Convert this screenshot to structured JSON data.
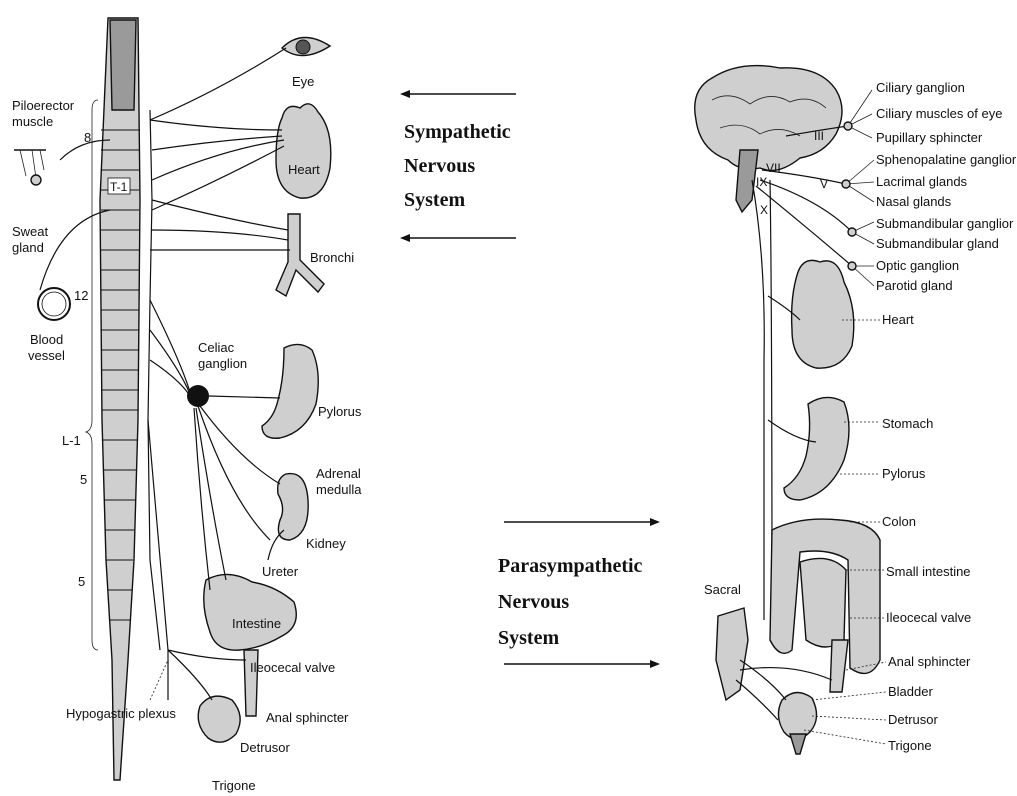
{
  "sympathetic": {
    "title_lines": [
      "Sympathetic",
      "Nervous",
      "System"
    ],
    "spine_labels": {
      "c8": "8",
      "t1": "T-1",
      "t12": "12",
      "l1": "L-1",
      "l5": "5",
      "s5": "5"
    },
    "labels": {
      "piloerector_line1": "Piloerector",
      "piloerector_line2": "muscle",
      "sweat_line1": "Sweat",
      "sweat_line2": "gland",
      "blood_line1": "Blood",
      "blood_line2": "vessel",
      "eye": "Eye",
      "heart": "Heart",
      "bronchi": "Bronchi",
      "celiac_line1": "Celiac",
      "celiac_line2": "ganglion",
      "pylorus": "Pylorus",
      "adrenal_line1": "Adrenal",
      "adrenal_line2": "medulla",
      "kidney": "Kidney",
      "ureter": "Ureter",
      "intestine": "Intestine",
      "ileocecal": "Ileocecal valve",
      "hypogastric": "Hypogastric plexus",
      "anal": "Anal sphincter",
      "detrusor": "Detrusor",
      "trigone": "Trigone"
    }
  },
  "parasympathetic": {
    "title_lines": [
      "Parasympathetic",
      "Nervous",
      "System"
    ],
    "cranial_nerves": {
      "iii": "III",
      "vii": "VII",
      "ix": "IX",
      "v": "V",
      "x": "X"
    },
    "labels": {
      "ciliary_ganglion": "Ciliary ganglion",
      "ciliary_muscles": "Ciliary muscles of eye",
      "pupillary": "Pupillary sphincter",
      "sphenopalatine": "Sphenopalatine ganglior",
      "lacrimal": "Lacrimal  glands",
      "nasal": "Nasal glands",
      "submandibular_ganglion": "Submandibular ganglior",
      "submandibular_gland": "Submandibular gland",
      "optic": "Optic ganglion",
      "parotid": "Parotid gland",
      "heart": "Heart",
      "stomach": "Stomach",
      "pylorus": "Pylorus",
      "colon": "Colon",
      "small_intestine": "Small intestine",
      "ileocecal": "Ileocecal  valve",
      "anal": "Anal sphincter",
      "bladder": "Bladder",
      "detrusor": "Detrusor",
      "trigone": "Trigone",
      "sacral": "Sacral"
    }
  }
}
